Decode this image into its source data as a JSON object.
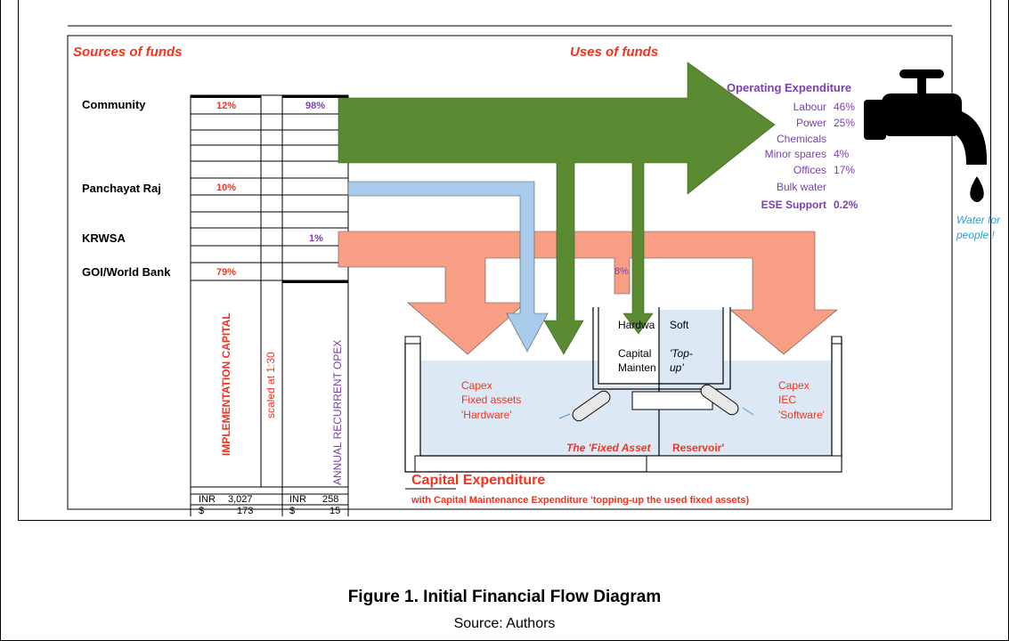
{
  "headings": {
    "sources": "Sources of funds",
    "uses": "Uses of funds"
  },
  "sources": [
    {
      "name": "Community",
      "capital_pct": "12%",
      "opex_pct": "98%"
    },
    {
      "name": "Panchayat Raj",
      "capital_pct": "10%",
      "opex_pct": ""
    },
    {
      "name": "KRWSA",
      "capital_pct": "",
      "opex_pct": "1%"
    },
    {
      "name": "GOI/World Bank",
      "capital_pct": "79%",
      "opex_pct": ""
    }
  ],
  "columns": {
    "capital": "IMPLEMENTATION CAPITAL",
    "scale": "scaled at 1:30",
    "opex": "ANNUAL RECURRENT OPEX"
  },
  "totals": {
    "cap_cur": "INR",
    "cap_inr": "3,027",
    "cap_usd_sym": "$",
    "cap_usd": "173",
    "opex_cur": "INR",
    "opex_inr": "258",
    "opex_usd_sym": "$",
    "opex_usd": "15"
  },
  "opex": {
    "title": "Operating Expenditure",
    "items": [
      {
        "label": "Labour",
        "pct": "46%"
      },
      {
        "label": "Power",
        "pct": "25%"
      },
      {
        "label": "Chemicals",
        "pct": ""
      },
      {
        "label": "Minor spares",
        "pct": "4%"
      },
      {
        "label": "Offices",
        "pct": "17%"
      },
      {
        "label": "Bulk water",
        "pct": ""
      }
    ],
    "ese_label": "ESE Support",
    "ese_pct": "0.2%"
  },
  "water_note": {
    "line1": "Water for",
    "line2": "people !"
  },
  "small_pct": "8%",
  "reservoir": {
    "hardware_l1": "Capex",
    "hardware_l2": "Fixed assets",
    "hardware_l3": "'Hardware'",
    "software_l1": "Capex",
    "software_l2": "IEC",
    "software_l3": "'Software'",
    "tank_hw": "Hardwa",
    "tank_soft": "Soft",
    "tank_cap1": "Capital",
    "tank_cap2": "Mainten",
    "tank_top1": "'Top-",
    "tank_top2": "up'",
    "name_part1": "The 'Fixed Asset",
    "name_part2": "Reservoir'"
  },
  "capex_title": "Capital Expenditure",
  "capex_subtitle": "with Capital Maintenance Expenditure 'topping-up the used fixed assets)",
  "caption": "Figure 1. Initial Financial Flow Diagram",
  "source": "Source: Authors",
  "colors": {
    "red_text": "#f0341f",
    "purple": "#7b3fb0",
    "green": "#5a8a32",
    "salmon": "#f79e85",
    "light_blue": "#a9cbeb",
    "reservoir_fill": "#dce9f4"
  }
}
